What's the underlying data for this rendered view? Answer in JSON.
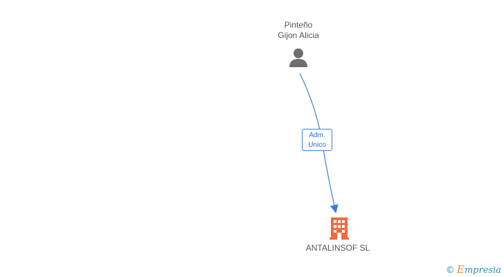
{
  "nodes": {
    "person": {
      "line1": "Pinteño",
      "line2": "Gijon Alicia",
      "icon": "person-icon"
    },
    "company": {
      "name": "ANTALINSOF SL",
      "icon": "building-icon"
    }
  },
  "edge": {
    "line1": "Adm.",
    "line2": "Unico"
  },
  "watermark": {
    "symbol": "©",
    "brand_initial": "E",
    "brand_rest": "mpresia"
  },
  "colors": {
    "edge": "#3b7dd8",
    "person_icon": "#6e6e6e",
    "company_icon": "#f26a3d"
  }
}
